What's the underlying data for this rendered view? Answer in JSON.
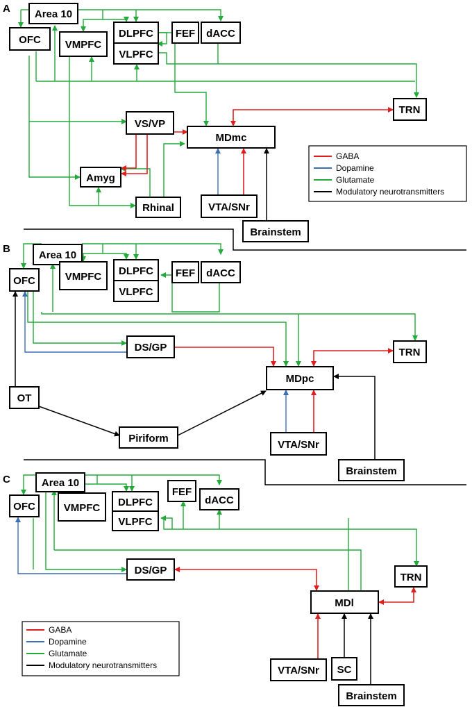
{
  "panels": [
    {
      "letter": "A"
    },
    {
      "letter": "B"
    },
    {
      "letter": "C"
    }
  ],
  "nodes": {
    "area10": "Area 10",
    "ofc": "OFC",
    "vmpfc": "VMPFC",
    "dlpfc": "DLPFC",
    "vlpfc": "VLPFC",
    "fef": "FEF",
    "dacc": "dACC",
    "vsvp": "VS/VP",
    "mdmc": "MDmc",
    "trn": "TRN",
    "amyg": "Amyg",
    "rhinal": "Rhinal",
    "vtasnr": "VTA/SNr",
    "brainstem": "Brainstem",
    "dsgp": "DS/GP",
    "mdpc": "MDpc",
    "ot": "OT",
    "piriform": "Piriform",
    "mdl": "MDl",
    "sc": "SC"
  },
  "legend": {
    "items": [
      {
        "label": "GABA",
        "color": "#e01e1e"
      },
      {
        "label": "Dopamine",
        "color": "#3a6fb5"
      },
      {
        "label": "Glutamate",
        "color": "#22aa3a"
      },
      {
        "label": "Modulatory neurotransmitters",
        "color": "#000000"
      }
    ]
  }
}
